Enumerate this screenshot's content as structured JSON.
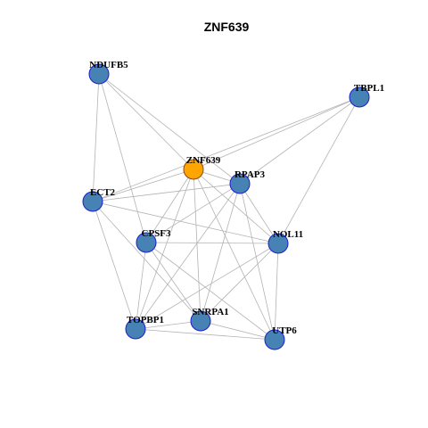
{
  "title": "ZNF639",
  "colors": {
    "center_fill": "#FFA500",
    "center_stroke": "#8B4513",
    "node_fill": "#4682B4",
    "node_stroke": "#1E1ECC",
    "edge": "#B3B3B3"
  },
  "nodes": [
    {
      "id": "ZNF639",
      "label": "ZNF639",
      "center": true
    },
    {
      "id": "NDUFB5",
      "label": "NDUFB5"
    },
    {
      "id": "TBPL1",
      "label": "TBPL1"
    },
    {
      "id": "RPAP3",
      "label": "RPAP3"
    },
    {
      "id": "ECT2",
      "label": "ECT2"
    },
    {
      "id": "CPSF3",
      "label": "CPSF3"
    },
    {
      "id": "NOL11",
      "label": "NOL11"
    },
    {
      "id": "TOPBP1",
      "label": "TOPBP1"
    },
    {
      "id": "SNRPA1",
      "label": "SNRPA1"
    },
    {
      "id": "UTP6",
      "label": "UTP6"
    }
  ],
  "edges": [
    [
      "ZNF639",
      "NDUFB5"
    ],
    [
      "ZNF639",
      "TBPL1"
    ],
    [
      "ZNF639",
      "RPAP3"
    ],
    [
      "ZNF639",
      "ECT2"
    ],
    [
      "ZNF639",
      "CPSF3"
    ],
    [
      "ZNF639",
      "NOL11"
    ],
    [
      "ZNF639",
      "TOPBP1"
    ],
    [
      "ZNF639",
      "SNRPA1"
    ],
    [
      "ZNF639",
      "UTP6"
    ],
    [
      "NDUFB5",
      "ECT2"
    ],
    [
      "NDUFB5",
      "CPSF3"
    ],
    [
      "NDUFB5",
      "RPAP3"
    ],
    [
      "TBPL1",
      "RPAP3"
    ],
    [
      "TBPL1",
      "NOL11"
    ],
    [
      "TBPL1",
      "ECT2"
    ],
    [
      "RPAP3",
      "ECT2"
    ],
    [
      "RPAP3",
      "CPSF3"
    ],
    [
      "RPAP3",
      "NOL11"
    ],
    [
      "RPAP3",
      "TOPBP1"
    ],
    [
      "RPAP3",
      "SNRPA1"
    ],
    [
      "RPAP3",
      "UTP6"
    ],
    [
      "ECT2",
      "NOL11"
    ],
    [
      "ECT2",
      "TOPBP1"
    ],
    [
      "ECT2",
      "SNRPA1"
    ],
    [
      "CPSF3",
      "NOL11"
    ],
    [
      "CPSF3",
      "TOPBP1"
    ],
    [
      "CPSF3",
      "SNRPA1"
    ],
    [
      "CPSF3",
      "UTP6"
    ],
    [
      "NOL11",
      "TOPBP1"
    ],
    [
      "NOL11",
      "SNRPA1"
    ],
    [
      "NOL11",
      "UTP6"
    ],
    [
      "TOPBP1",
      "SNRPA1"
    ],
    [
      "TOPBP1",
      "UTP6"
    ],
    [
      "SNRPA1",
      "UTP6"
    ]
  ]
}
